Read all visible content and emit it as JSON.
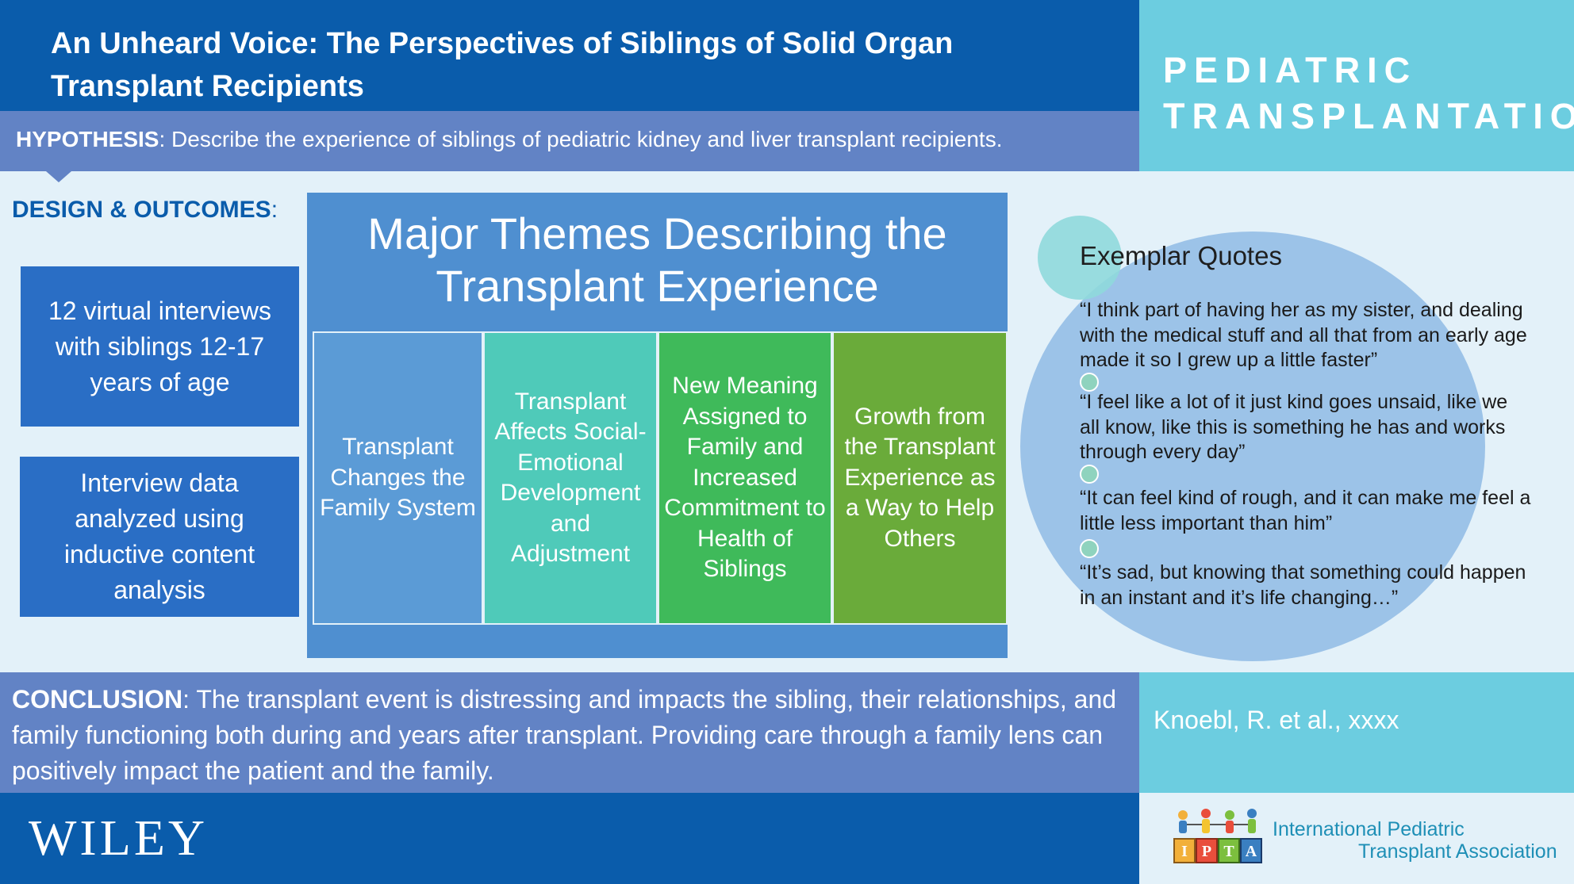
{
  "header": {
    "title": "An Unheard Voice: The Perspectives of Siblings of Solid Organ Transplant Recipients",
    "hypothesis_label": "HYPOTHESIS",
    "hypothesis_text": ": Describe the experience of siblings of pediatric kidney and liver transplant recipients."
  },
  "journal": {
    "name_line1": "PEDIATRIC",
    "name_line2": "TRANSPLANTATION"
  },
  "design": {
    "label": "DESIGN & OUTCOMES",
    "label_suffix": ":",
    "boxes": [
      "12 virtual interviews with siblings 12-17 years of age",
      "Interview data analyzed using inductive content analysis"
    ]
  },
  "themes": {
    "title": "Major Themes Describing the Transplant Experience",
    "items": [
      "Transplant Changes the Family System",
      "Transplant Affects Social-Emotional Development and Adjustment",
      "New Meaning Assigned to Family and Increased Commitment to Health of Siblings",
      "Growth from the Transplant Experience as a Way to Help Others"
    ]
  },
  "quotes": {
    "heading": "Exemplar Quotes",
    "items": [
      "“I think part of having her as my sister, and dealing with the medical stuff and all that from an early age made it so I grew up a little faster”",
      "“I feel like a lot of it just kind goes unsaid, like we all know, like this is something he has and works through every day”",
      "“It can feel kind of rough, and it can make me feel a little less important than him”",
      "“It’s sad, but knowing that something could happen in an instant and it’s life changing…”"
    ]
  },
  "conclusion": {
    "label": "CONCLUSION",
    "text": ": The transplant event is distressing and impacts the sibling, their relationships, and family functioning both during and years after transplant. Providing care through a family lens can positively impact the patient and the family."
  },
  "citation": "Knoebl, R. et al., xxxx",
  "footer": {
    "publisher": "WILEY",
    "ipta_line1": "International Pediatric",
    "ipta_line2": "Transplant Association",
    "ipta_logo_letters": "IPTA"
  },
  "colors": {
    "dark_blue": "#0a5cab",
    "periwinkle": "#6283c5",
    "cyan": "#6ccde0",
    "theme1": "#5b9bd6",
    "theme2": "#4fcab9",
    "theme3": "#3fba5a",
    "theme4": "#6aab3a"
  }
}
